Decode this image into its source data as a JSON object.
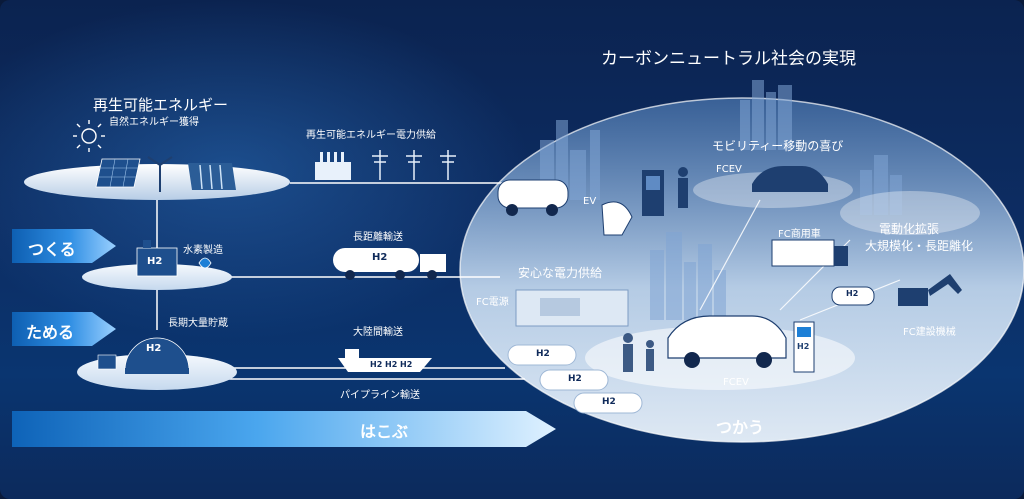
{
  "title": "カーボンニュートラル社会の実現",
  "renewable": {
    "title": "再生可能エネルギー",
    "subtitle": "自然エネルギー獲得",
    "supply_label": "再生可能エネルギー電力供給"
  },
  "stages": {
    "make": "つくる",
    "store": "ためる",
    "carry": "はこぶ",
    "use": "つかう"
  },
  "hydrogen_production": "水素製造",
  "long_term_storage": "長期大量貯蔵",
  "long_distance_transport": "長距離輸送",
  "intercontinental_transport": "大陸間輸送",
  "pipeline_transport": "パイプライン輸送",
  "h2_mark": "H2",
  "use_side": {
    "mobility": "モビリティー移動の喜び",
    "fcev_top": "FCEV",
    "ev": "EV",
    "fc_commercial": "FC商用車",
    "electrification_line1": "電動化拡張",
    "electrification_line2": "大規模化・長距離化",
    "secure_power": "安心な電力供給",
    "fc_power": "FC電源",
    "fc_construction": "FC建設機械",
    "fcev_bottom": "FCEV"
  },
  "colors": {
    "bg_top": "#0b2350",
    "bg_bottom": "#0c2a5c",
    "accent_blue": "#1d7fd6",
    "arrow_light": "#e6f4ff",
    "oval_light": "#dbe9f7",
    "line_white": "#ffffff",
    "text_dark": "#0f2a5a"
  }
}
